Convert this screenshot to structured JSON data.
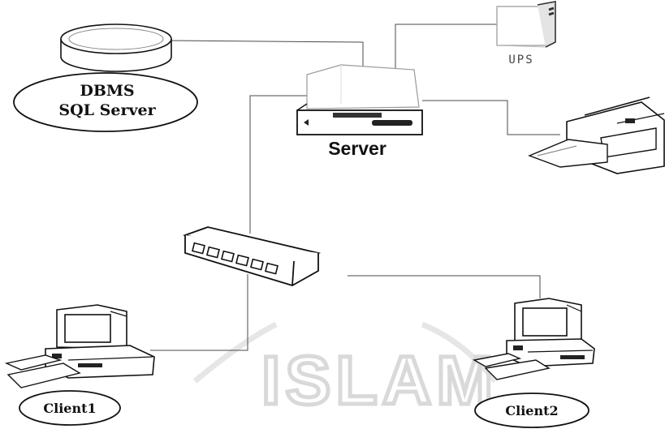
{
  "nodes": {
    "dbms": {
      "line1": "DBMS",
      "line2": "SQL Server"
    },
    "server": {
      "label": "Server"
    },
    "ups": {
      "label": "UPS"
    },
    "client1": {
      "label": "Client1"
    },
    "client2": {
      "label": "Client2"
    }
  },
  "watermark": {
    "text": "ISLAM"
  }
}
